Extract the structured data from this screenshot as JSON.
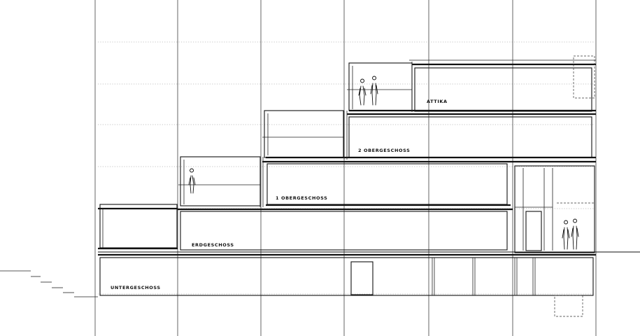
{
  "floors": {
    "attika": "ATTIKA",
    "obergeschoss_2": "2 OBERGESCHOSS",
    "obergeschoss_1": "1 OBERGESCHOSS",
    "erdgeschoss": "ERDGESCHOSS",
    "untergeschoss": "UNTERGESCHOSS"
  }
}
